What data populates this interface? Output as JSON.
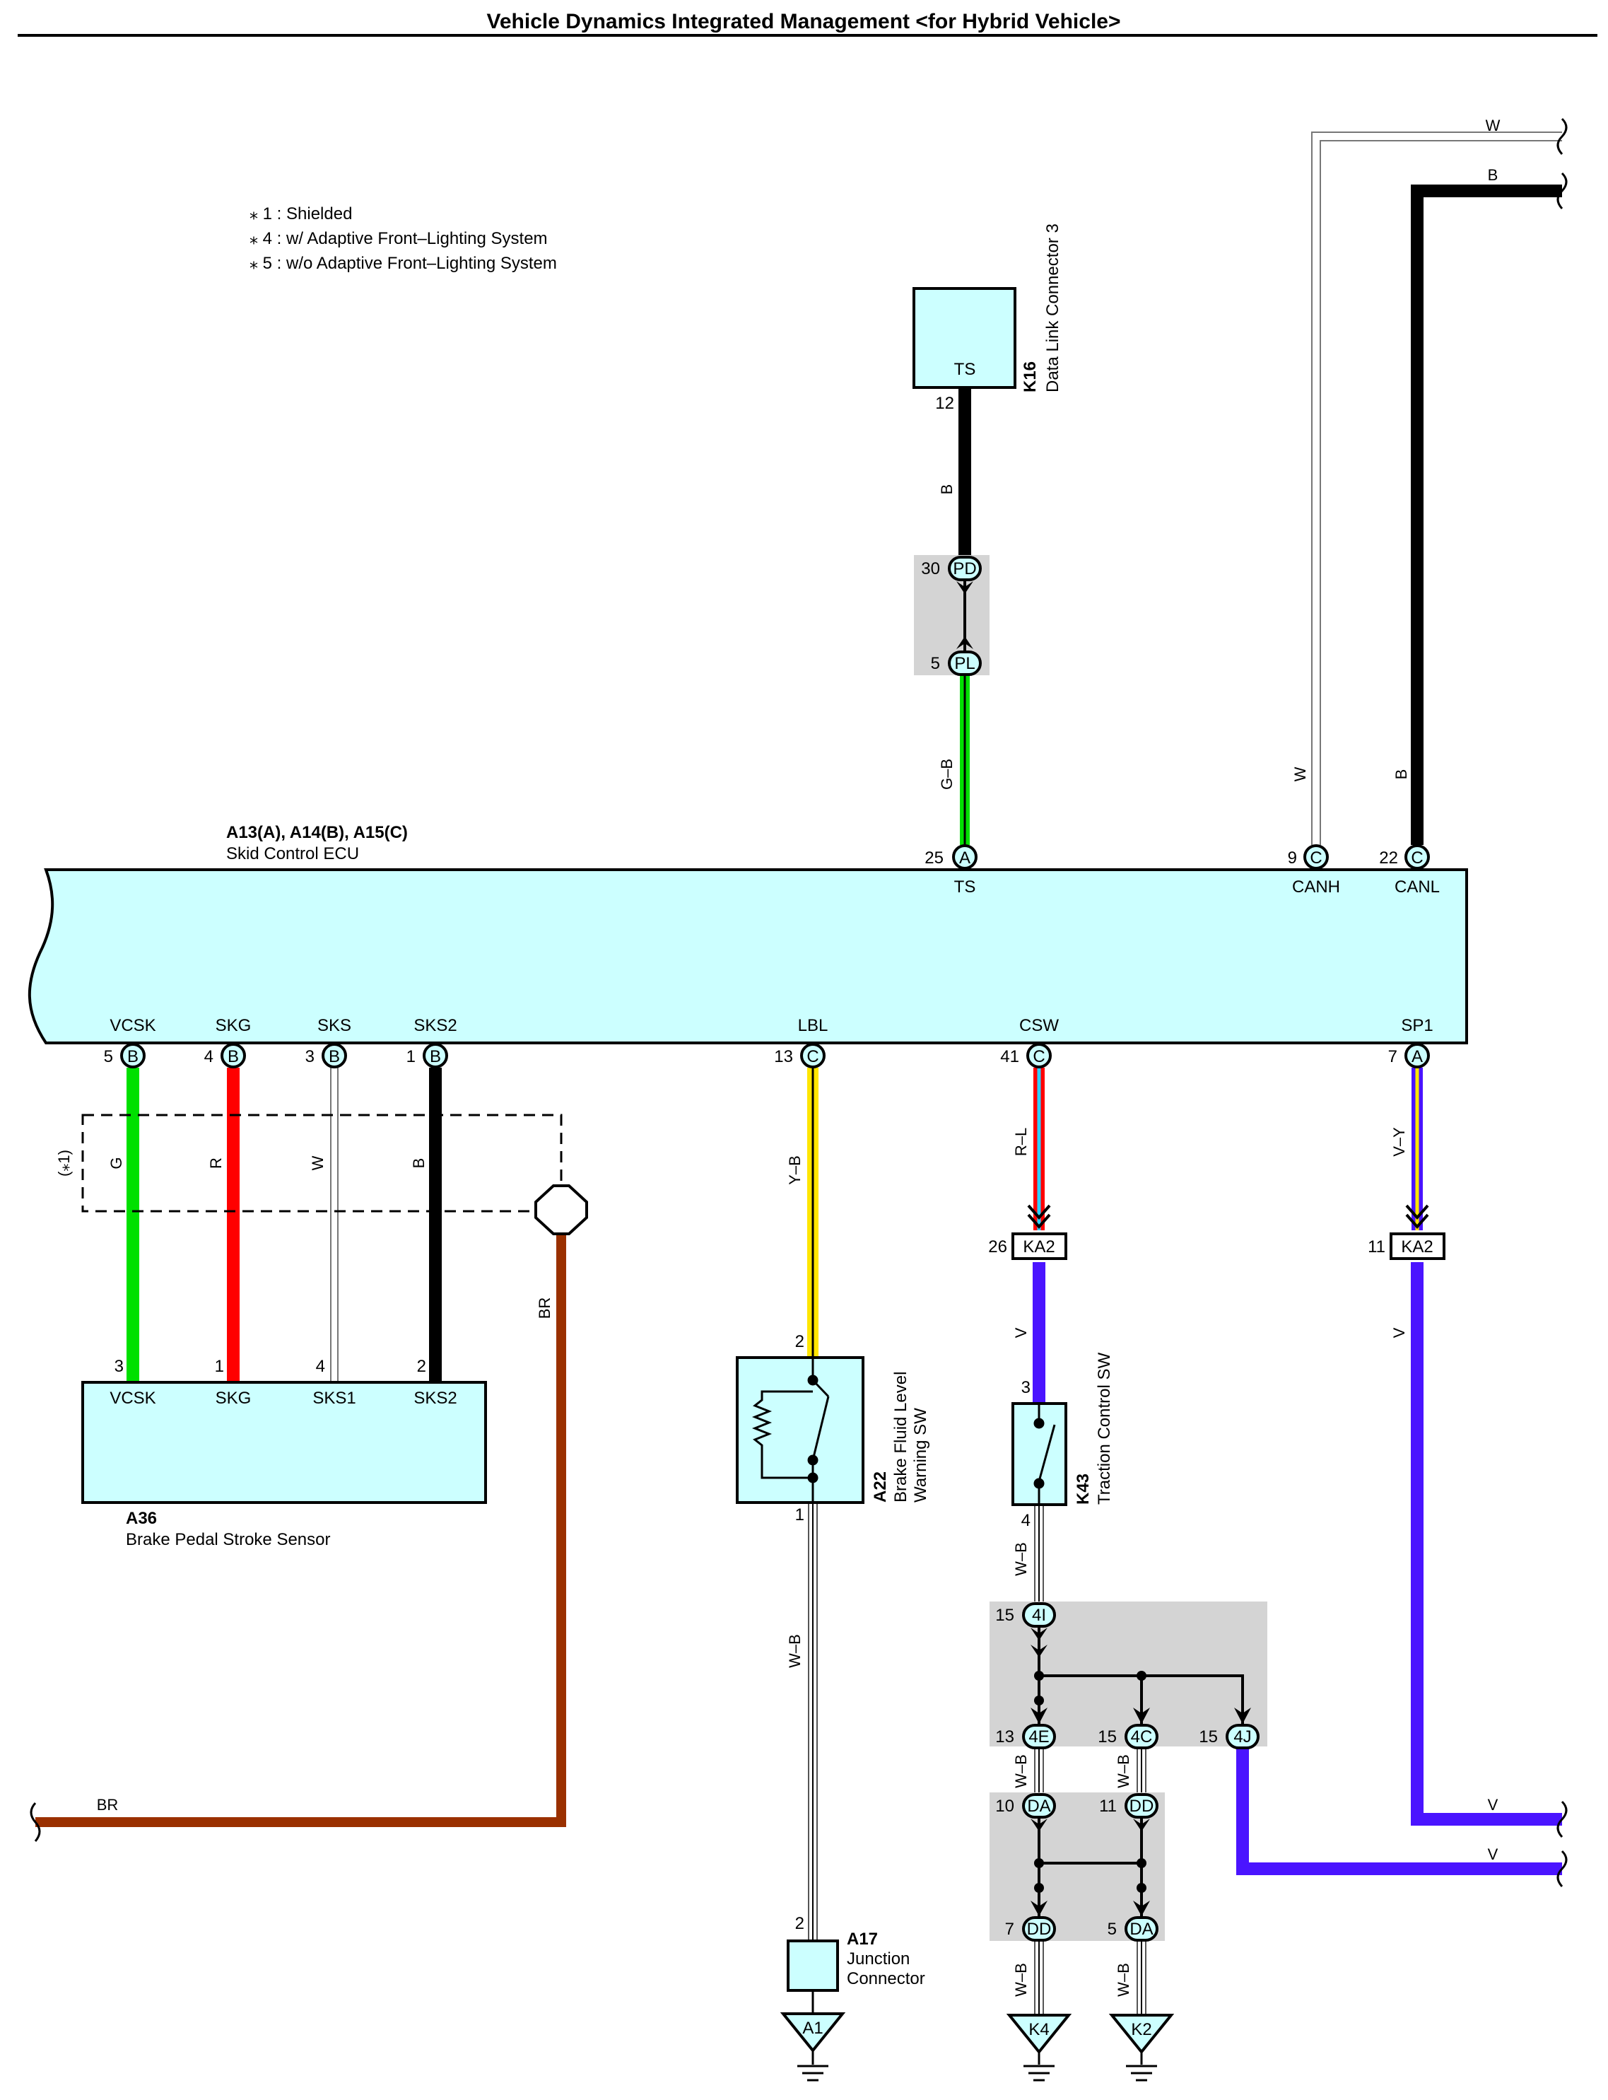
{
  "title": "Vehicle Dynamics Integrated Management <for Hybrid Vehicle>",
  "notes": [
    "⁎ 1 : Shielded",
    "⁎ 4 : w/ Adaptive Front–Lighting System",
    "⁎ 5 : w/o Adaptive Front–Lighting System"
  ],
  "ecu": {
    "id": "A13(A), A14(B), A15(C)",
    "name": "Skid Control ECU",
    "top_pins": [
      {
        "num": "25",
        "conn": "A",
        "name": "TS"
      },
      {
        "num": "9",
        "conn": "C",
        "name": "CANH"
      },
      {
        "num": "22",
        "conn": "C",
        "name": "CANL"
      }
    ],
    "bottom_pins": [
      {
        "num": "5",
        "conn": "B",
        "name": "VCSK"
      },
      {
        "num": "4",
        "conn": "B",
        "name": "SKG"
      },
      {
        "num": "3",
        "conn": "B",
        "name": "SKS"
      },
      {
        "num": "1",
        "conn": "B",
        "name": "SKS2"
      },
      {
        "num": "13",
        "conn": "C",
        "name": "LBL"
      },
      {
        "num": "41",
        "conn": "C",
        "name": "CSW"
      },
      {
        "num": "7",
        "conn": "A",
        "name": "SP1"
      }
    ]
  },
  "k16": {
    "id": "K16",
    "name": "Data Link Connector 3",
    "pin_label": "TS",
    "pin_num": "12"
  },
  "dlc_junction": {
    "top_num": "30",
    "top_code": "PD",
    "bottom_num": "5",
    "bottom_code": "PL"
  },
  "a36": {
    "id": "A36",
    "name": "Brake Pedal Stroke Sensor",
    "pins": [
      {
        "num": "3",
        "name": "VCSK"
      },
      {
        "num": "1",
        "name": "SKG"
      },
      {
        "num": "4",
        "name": "SKS1"
      },
      {
        "num": "2",
        "name": "SKS2"
      }
    ]
  },
  "shield_note": "(⁎1)",
  "a22": {
    "id": "A22",
    "name_line1": "Brake Fluid Level",
    "name_line2": "Warning SW",
    "pin_top": "2",
    "pin_bottom": "1"
  },
  "k43": {
    "id": "K43",
    "name": "Traction Control SW",
    "pin_top": "3",
    "pin_bottom": "4"
  },
  "a17": {
    "id": "A17",
    "name_line1": "Junction",
    "name_line2": "Connector",
    "pin": "2"
  },
  "ka2_csw": {
    "num": "26",
    "code": "KA2"
  },
  "ka2_sp1": {
    "num": "11",
    "code": "KA2"
  },
  "junction_4": [
    {
      "num": "15",
      "code": "4I"
    },
    {
      "num": "13",
      "code": "4E"
    },
    {
      "num": "15",
      "code": "4C"
    },
    {
      "num": "15",
      "code": "4J"
    }
  ],
  "junction_d": [
    {
      "num": "10",
      "code": "DA"
    },
    {
      "num": "11",
      "code": "DD"
    },
    {
      "num": "7",
      "code": "DD"
    },
    {
      "num": "5",
      "code": "DA"
    }
  ],
  "grounds": [
    "A1",
    "K4",
    "K2"
  ],
  "wires": {
    "ts_upper": "B",
    "ts_lower": "G–B",
    "canh": "W",
    "canl": "B",
    "canh_right": "W",
    "canl_right": "B",
    "vcsk": "G",
    "skg": "R",
    "sks": "W",
    "sks2": "B",
    "shield_drain": "BR",
    "shield_drain_left": "BR",
    "lbl": "Y–B",
    "a22_ground": "W–B",
    "csw": "R–L",
    "csw_v": "V",
    "sp1": "V–Y",
    "sp1_v": "V",
    "k43_ground": "W–B",
    "jn_4e": "W–B",
    "jn_4c": "W–B",
    "k4_wire": "W–B",
    "k2_wire": "W–B",
    "v_right_1": "V",
    "v_right_2": "V"
  },
  "colors": {
    "ecu_fill": "#ccffff",
    "junction_gray": "#d4d4d4",
    "green": "#00e000",
    "red": "#ff0000",
    "black": "#000000",
    "yellow": "#ffe600",
    "cyan": "#30d0ff",
    "violet": "#4a14ff",
    "brown": "#9a3000"
  }
}
